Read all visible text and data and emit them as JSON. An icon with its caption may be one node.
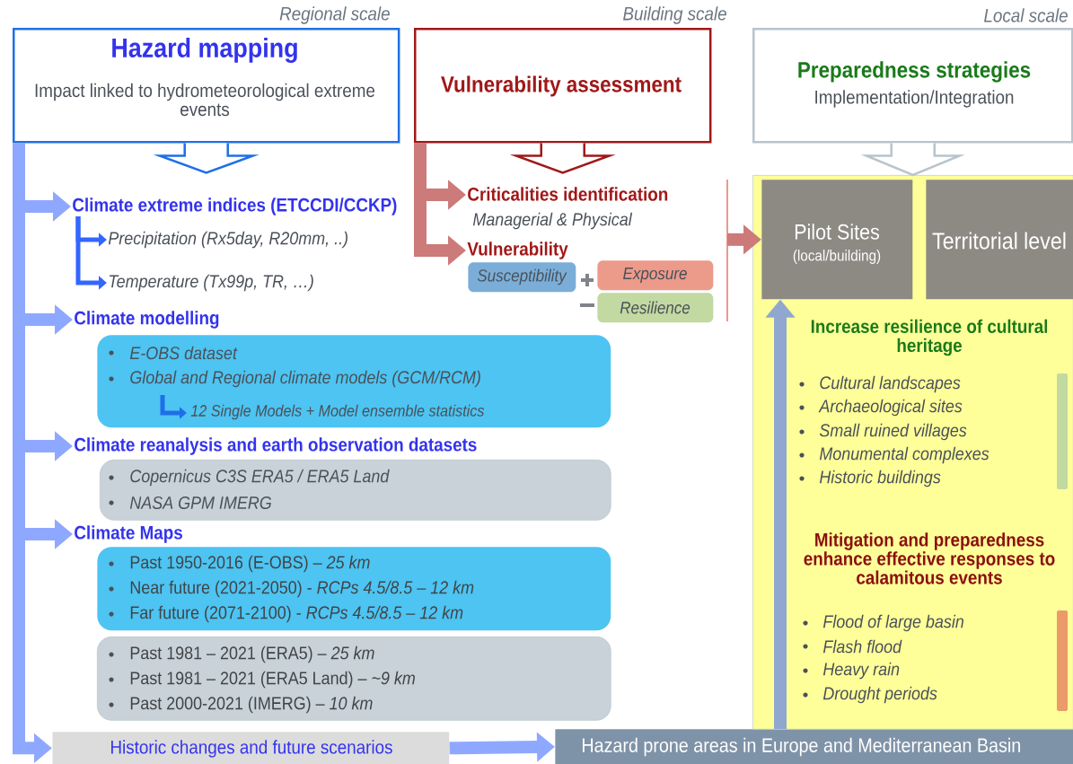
{
  "diagram": {
    "nodes": [
      {
        "text": [
          "Hazard mapping",
          "Impact linked to hydrometeorological extreme events"
        ]
      },
      {
        "text": [
          "Vulnerability assessment"
        ]
      },
      {
        "text": [
          "Preparedness strategies",
          "Implementation/Integration"
        ]
      },
      {
        "text": [
          "Climate extreme indices (ETCCDI/CCKP)"
        ]
      },
      {
        "text": [
          "Precipitation (Rx5day, R20mm, ..)"
        ]
      },
      {
        "text": [
          "Temperature (Tx99p, TR, …)"
        ]
      },
      {
        "text": [
          "Climate modelling"
        ]
      },
      {
        "text": [
          "E-OBS dataset",
          "Global and Regional climate models (GCM/RCM)",
          "12 Single Models + Model ensemble statistics"
        ]
      },
      {
        "text": [
          "Climate reanalysis and earth observation datasets"
        ]
      },
      {
        "text": [
          "Copernicus C3S ERA5 / ERA5 Land",
          "NASA GPM IMERG"
        ]
      },
      {
        "text": [
          "Climate Maps"
        ]
      },
      {
        "text": [
          "Past 1950-2016 (E-OBS) – *25 km*",
          "Near future (2021-2050) - *RCPs 4.5/8.5 – 12 km*",
          "Far future (2071-2100) - *RCPs 4.5/8.5 – 12 km*"
        ]
      },
      {
        "text": [
          "Past 1981 – 2021 (ERA5) – *25 km*",
          "Past 1981 – 2021 (ERA5 Land) – *~9 km*",
          "Past 2000-2021 (IMERG) – *10 km*"
        ]
      },
      {
        "text": [
          "Historic changes and future scenarios"
        ]
      },
      {
        "text": [
          "Hazard prone areas in Europe and Mediterranean Basin"
        ]
      },
      {
        "text": [
          "Criticalities identification",
          "Managerial & Physical"
        ]
      },
      {
        "text": [
          "Vulnerability"
        ]
      },
      {
        "text": [
          "Susceptibility"
        ]
      },
      {
        "text": [
          "Exposure"
        ]
      },
      {
        "text": [
          "Resilience"
        ]
      },
      {
        "text": [
          "Increase resilience of cultural heritage",
          "Cultural landscapes",
          "Archaeological sites",
          "Small ruined villages",
          "Monumental complexes",
          "Historic buildings",
          "Mitigation and preparedness enhance effective responses to calamitous events",
          "Flood of large basin",
          "Flash flood",
          "Heavy rain",
          "Drought periods"
        ]
      },
      {
        "text": [
          "Pilot Sites",
          "(local/building)"
        ],
        "in": 20
      },
      {
        "text": [
          "Territorial level"
        ],
        "in": 20
      }
    ],
    "edges": [
      {
        "from": 0,
        "to": 3,
        "arrow": "to"
      },
      {
        "from": 0,
        "to": 6,
        "arrow": "to"
      },
      {
        "from": 0,
        "to": 8,
        "arrow": "to"
      },
      {
        "from": 0,
        "to": 10,
        "arrow": "to"
      },
      {
        "from": 0,
        "to": 13,
        "arrow": "to"
      },
      {
        "from": 3,
        "to": 4,
        "arrow": "to",
        "color": "#3366ff"
      },
      {
        "from": 3,
        "to": 5,
        "arrow": "to",
        "color": "#3366ff"
      },
      {
        "from": 13,
        "to": 14,
        "arrow": "to"
      },
      {
        "from": 1,
        "to": 15,
        "arrow": "to",
        "color": "#cc7a7a"
      },
      {
        "from": 1,
        "to": 16,
        "arrow": "to",
        "color": "#cc7a7a"
      },
      {
        "from": null,
        "to": 21,
        "arrow": "to",
        "color": "#cc7a7a"
      },
      {
        "from": 14,
        "to": 21,
        "arrow": "to",
        "color": "#90a8d0"
      },
      {
        "from": 0,
        "to": null,
        "arrow": "to",
        "color": "#1f6fe8"
      },
      {
        "from": 1,
        "to": null,
        "arrow": "to",
        "color": "#a01818"
      },
      {
        "from": 2,
        "to": 20,
        "arrow": "to",
        "color": "#b8c4cc"
      }
    ],
    "labels": [
      "Regional scale",
      "Building scale",
      "Local scale"
    ]
  }
}
